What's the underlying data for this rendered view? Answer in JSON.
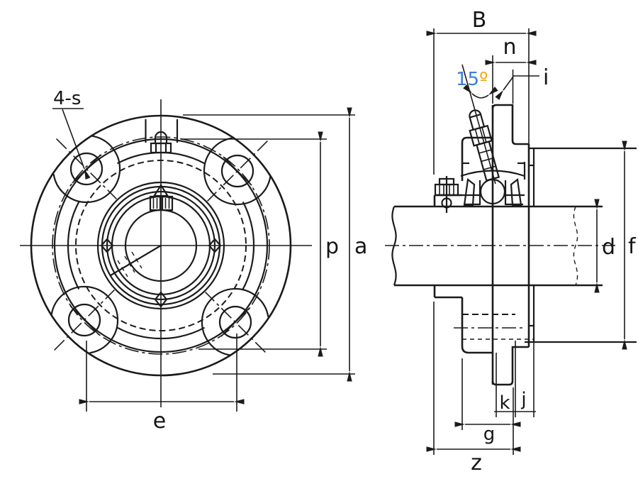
{
  "drawing": {
    "title": "four-bolt-round-flange-cartridge-bearing-unit-drawing",
    "front_view": {
      "bolt_note": "4-s",
      "dim_e": "e",
      "dim_p": "p",
      "dim_a": "a"
    },
    "side_view": {
      "dim_B": "B",
      "dim_n": "n",
      "angle_value": "15",
      "angle_degree": "º",
      "dim_i": "i",
      "dim_d": "d",
      "dim_f": "f",
      "dim_k": "k",
      "dim_j": "j",
      "dim_g": "g",
      "dim_z": "z"
    },
    "colors": {
      "line": "#1b1b1b",
      "background": "#ffffff",
      "angle_value_blue": "#3a7fd5",
      "angle_degree_orange": "#f0a30a"
    }
  }
}
